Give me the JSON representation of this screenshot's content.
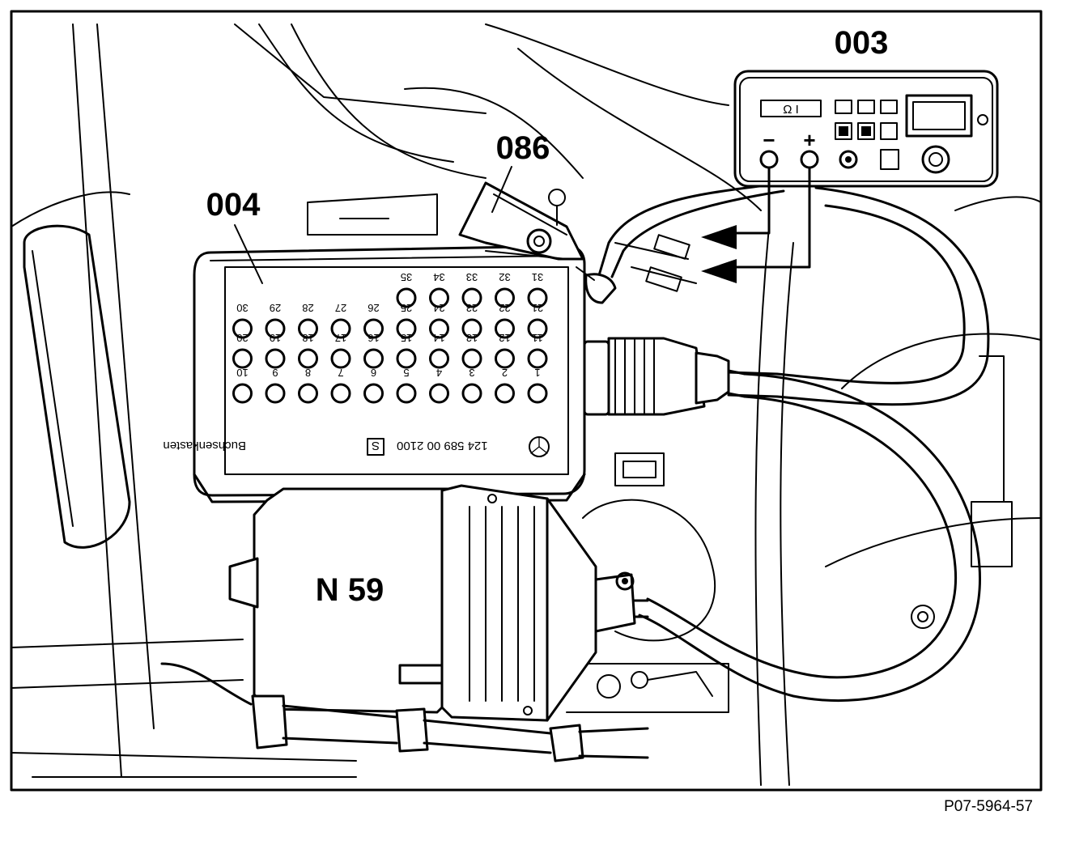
{
  "callouts": {
    "tester": "003",
    "socket_box": "004",
    "adapter": "086",
    "module": "N 59"
  },
  "tester_panel": {
    "display_text": "Ω I",
    "minus_symbol": "−",
    "plus_symbol": "+"
  },
  "socket_box_label": {
    "part_number": "124 589 00 2100",
    "s_mark": "S",
    "name": "Buchsenkasten"
  },
  "pins": {
    "row1": [
      "31",
      "32",
      "33",
      "34",
      "35"
    ],
    "row2": [
      "21",
      "22",
      "23",
      "24",
      "25",
      "26",
      "27",
      "28",
      "29",
      "30"
    ],
    "row3": [
      "11",
      "12",
      "13",
      "14",
      "15",
      "16",
      "17",
      "18",
      "19",
      "20"
    ],
    "row4": [
      "1",
      "2",
      "3",
      "4",
      "5",
      "6",
      "7",
      "8",
      "9",
      "10"
    ]
  },
  "figure_reference": "P07-5964-57"
}
